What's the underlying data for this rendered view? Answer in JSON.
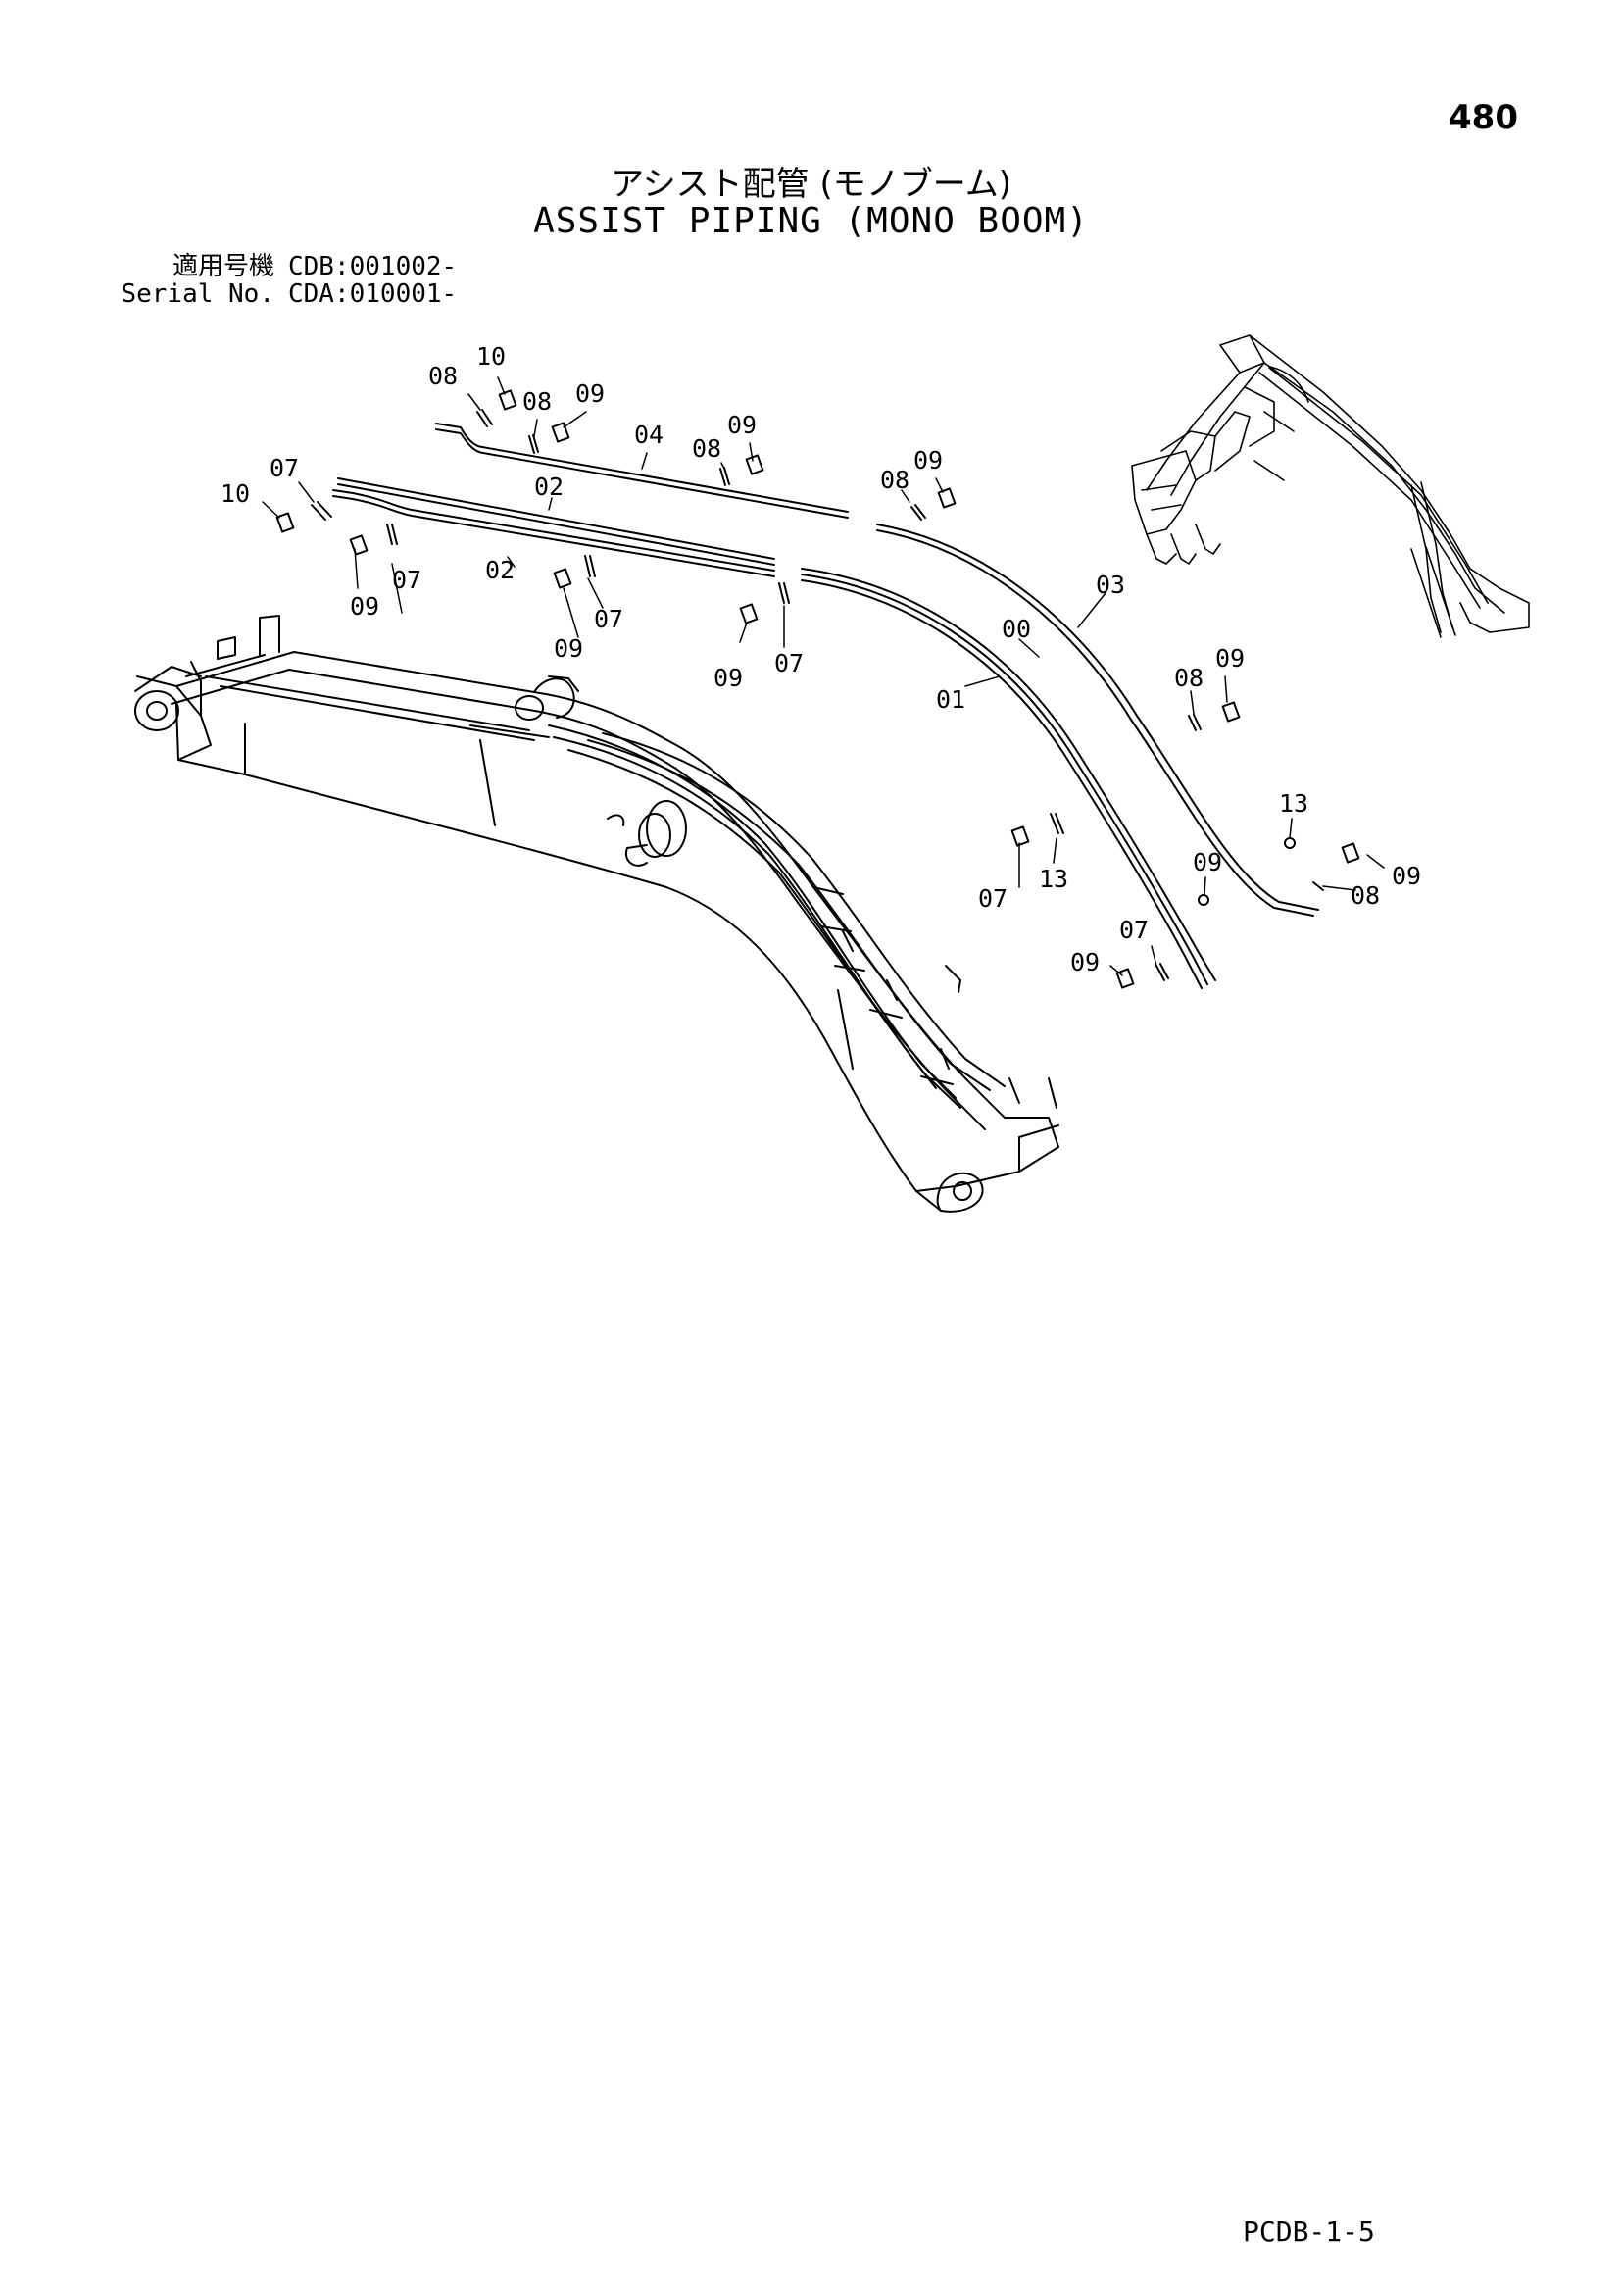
{
  "page_number": "480",
  "title_jp": "アシスト配管 (モノブーム)",
  "title_en": "ASSIST PIPING (MONO BOOM)",
  "serial": {
    "label_jp": "適用号機",
    "value_jp": "CDB:001002-",
    "label_en": "Serial No.",
    "value_en": "CDA:010001-"
  },
  "callouts": [
    "08",
    "10",
    "08",
    "09",
    "04",
    "08",
    "09",
    "07",
    "10",
    "02",
    "02",
    "09",
    "07",
    "09",
    "07",
    "08",
    "09",
    "09",
    "07",
    "03",
    "00",
    "01",
    "08",
    "09",
    "13",
    "09",
    "08",
    "09",
    "07",
    "13",
    "07",
    "09"
  ],
  "footer_code": "PCDB-1-5"
}
